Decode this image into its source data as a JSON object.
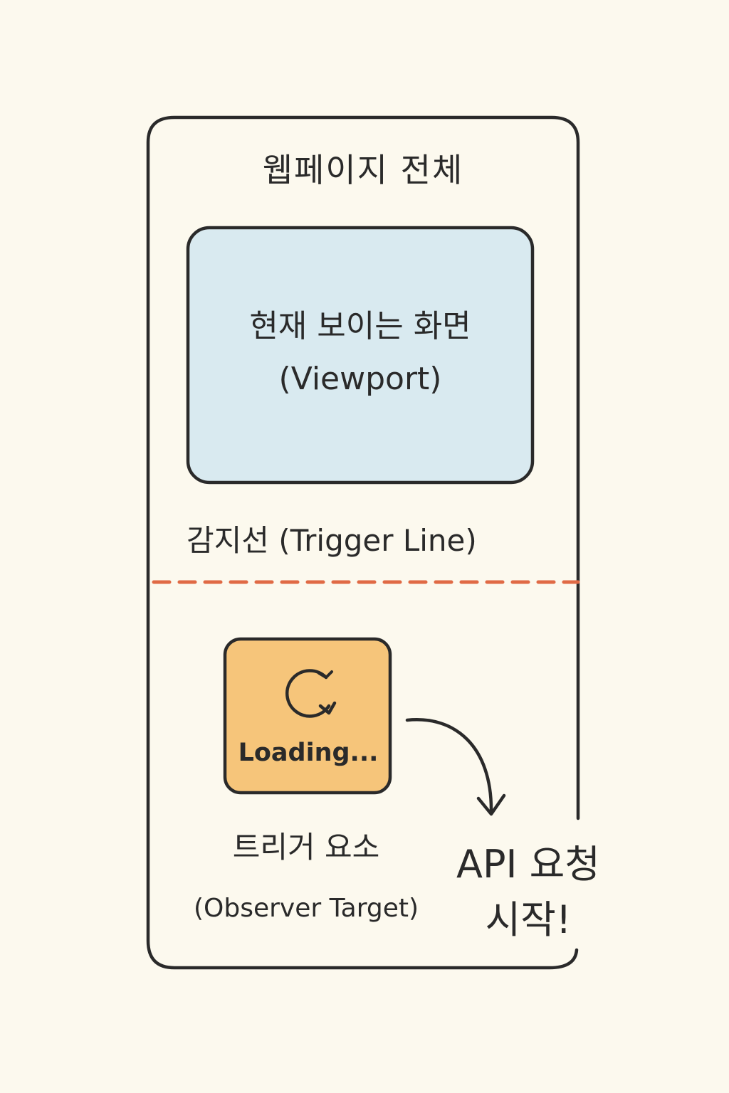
{
  "title": "웹페이지 전체",
  "viewport": {
    "line1": "현재 보이는 화면",
    "line2": "(Viewport)",
    "fill": "#d9eaf0"
  },
  "trigger_line": {
    "label": "감지선 (Trigger Line)",
    "color": "#e06a45"
  },
  "trigger_element": {
    "loading_text": "Loading...",
    "label": "트리거 요소",
    "sublabel": "(Observer Target)",
    "fill": "#f6c57a",
    "icon": "refresh-icon"
  },
  "api_action": {
    "line1": "API 요청",
    "line2": "시작!"
  },
  "colors": {
    "background": "#fcf9ee",
    "stroke": "#2a2a2a"
  }
}
